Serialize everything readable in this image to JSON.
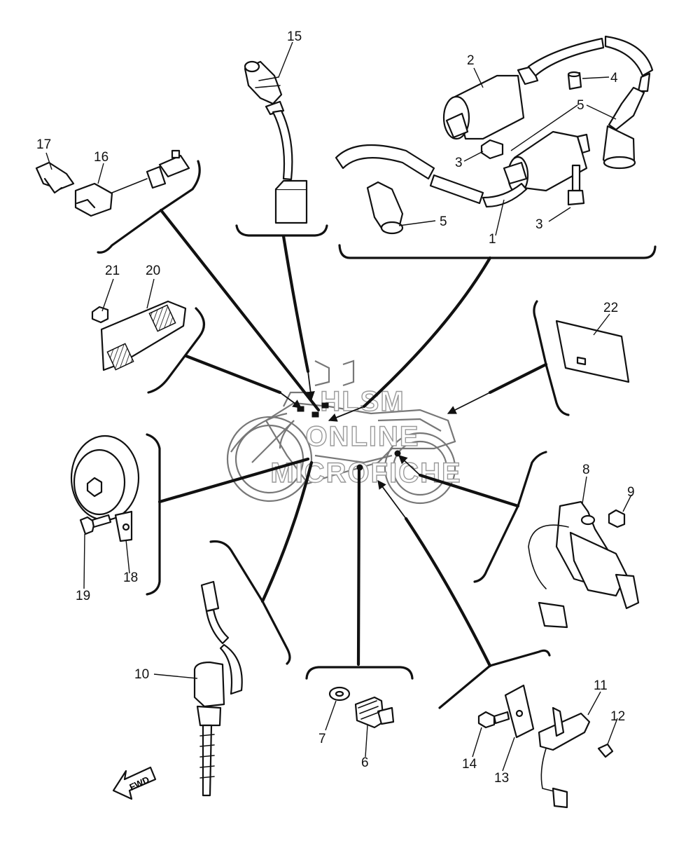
{
  "watermark": {
    "line1": "HLSM",
    "line2": "ONLINE",
    "line3": "MICROFICHE"
  },
  "orientation_label": "FWD",
  "callouts": {
    "c1": "1",
    "c2": "2",
    "c3a": "3",
    "c3b": "3",
    "c4": "4",
    "c5a": "5",
    "c5b": "5",
    "c6": "6",
    "c7": "7",
    "c8": "8",
    "c9": "9",
    "c10": "10",
    "c11": "11",
    "c12": "12",
    "c13": "13",
    "c14": "14",
    "c15": "15",
    "c16": "16",
    "c17": "17",
    "c18": "18",
    "c19": "19",
    "c20": "20",
    "c21": "21",
    "c22": "22"
  }
}
